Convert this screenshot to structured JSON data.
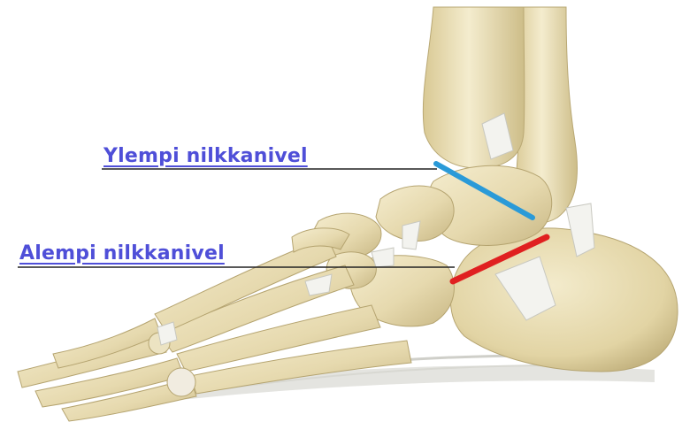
{
  "labels": {
    "upper_ankle_joint": "Ylempi nilkkanivel",
    "lower_ankle_joint": "Alempi nilkkanivel"
  },
  "colors": {
    "label_text": "#4f4fd8",
    "leader_line": "#222222",
    "upper_joint_marker": "#2a9ad8",
    "lower_joint_marker": "#e02020",
    "bone": "#e9dfb8",
    "bone_shadow": "#c9b98a",
    "ligament": "#f2f2ee"
  },
  "icons": {
    "illustration": "foot-skeleton-lateral-view-image"
  }
}
